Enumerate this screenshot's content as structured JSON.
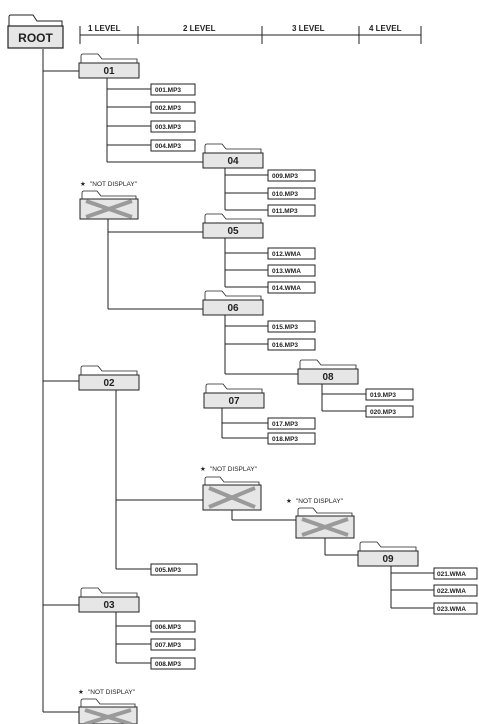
{
  "header": {
    "levels": [
      "1 LEVEL",
      "2 LEVEL",
      "3 LEVEL",
      "4 LEVEL"
    ]
  },
  "root": {
    "label": "ROOT"
  },
  "not_display": {
    "star": "★",
    "text": "\"NOT DISPLAY\""
  },
  "folders": {
    "f01": "01",
    "f02": "02",
    "f03": "03",
    "f04": "04",
    "f05": "05",
    "f06": "06",
    "f07": "07",
    "f08": "08",
    "f09": "09"
  },
  "files": {
    "f001": "001.MP3",
    "f002": "002.MP3",
    "f003": "003.MP3",
    "f004": "004.MP3",
    "f005": "005.MP3",
    "f006": "006.MP3",
    "f007": "007.MP3",
    "f008": "008.MP3",
    "f009": "009.MP3",
    "f010": "010.MP3",
    "f011": "011.MP3",
    "f012": "012.WMA",
    "f013": "013.WMA",
    "f014": "014.WMA",
    "f015": "015.MP3",
    "f016": "016.MP3",
    "f017": "017.MP3",
    "f018": "018.MP3",
    "f019": "019.MP3",
    "f020": "020.MP3",
    "f021": "021.WMA",
    "f022": "022.WMA",
    "f023": "023.WMA"
  },
  "colors": {
    "folder_fill": "#e6e6e6",
    "line": "#222222",
    "cross": "#9a9a9a"
  }
}
